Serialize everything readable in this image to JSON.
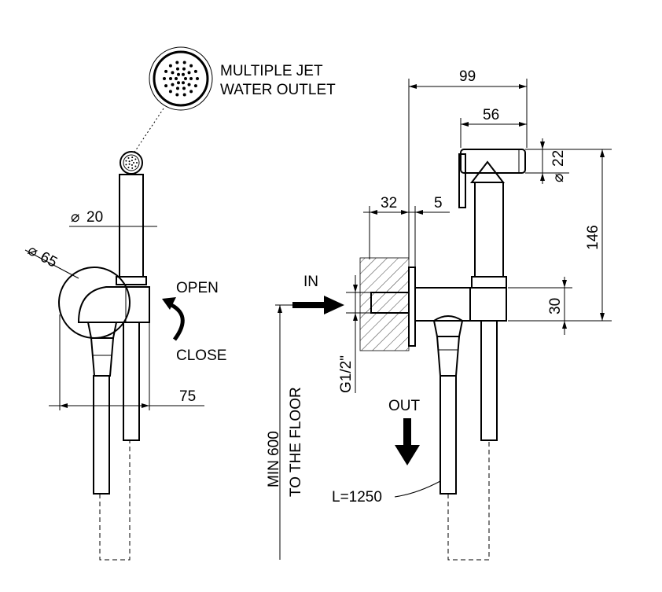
{
  "labels": {
    "outlet_line1": "MULTIPLE JET",
    "outlet_line2": "WATER OUTLET",
    "open": "OPEN",
    "close": "CLOSE",
    "in": "IN",
    "out": "OUT",
    "min_floor_line1": "MIN 600",
    "min_floor_line2": "TO THE FLOOR",
    "thread": "G1/2\"",
    "hose_length": "L=1250"
  },
  "dimensions": {
    "shower_diameter": "20",
    "plate_diameter": "65",
    "depth_left": "75",
    "total_depth": "99",
    "shower_length": "56",
    "head_diameter": "22",
    "wall_depth": "32",
    "plate_gap": "5",
    "height": "146",
    "body_height": "30"
  },
  "icons": {
    "outlet_detail": "multiple-jet-outlet-icon",
    "rotation": "rotation-arrow-icon",
    "inlet": "inlet-arrow-icon",
    "outlet": "outlet-arrow-icon"
  }
}
